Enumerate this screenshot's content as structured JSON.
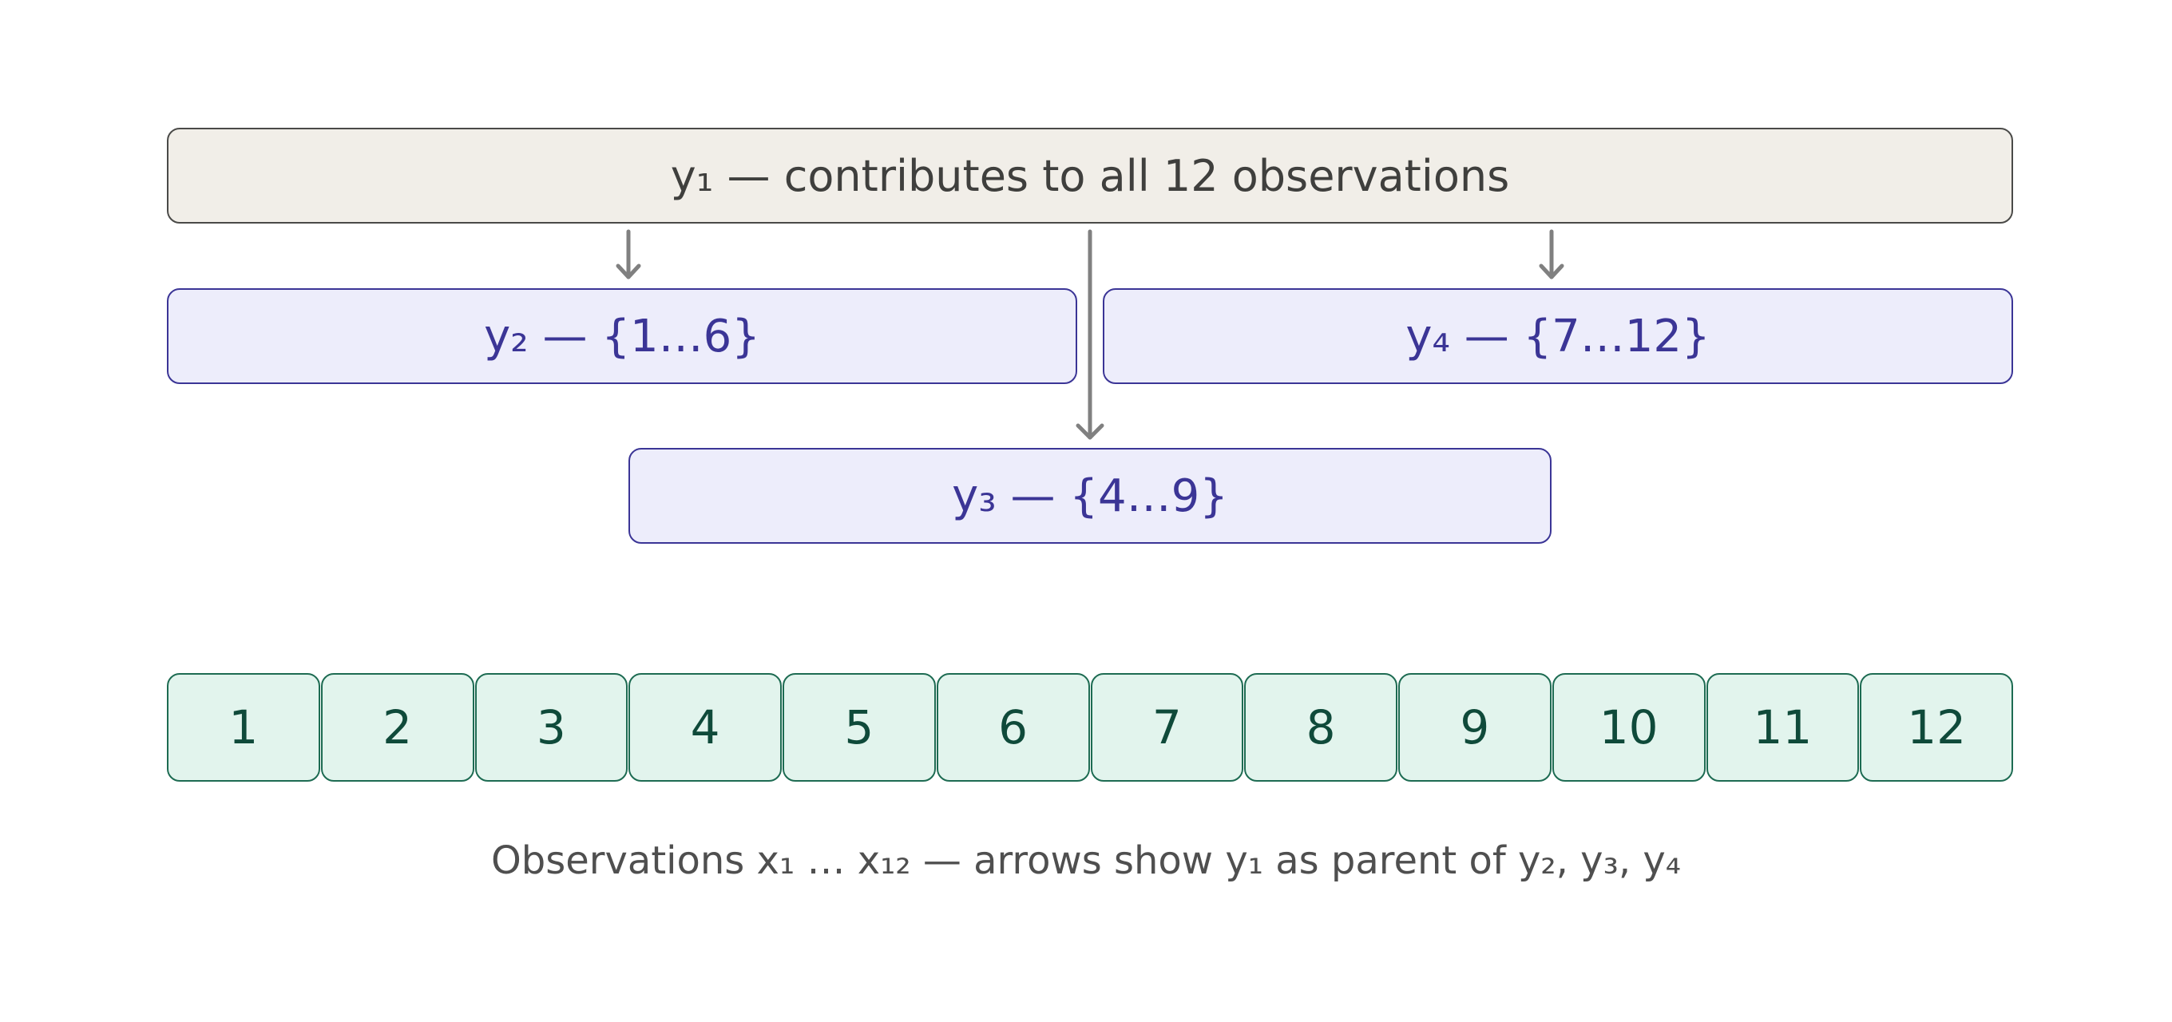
{
  "nodes": {
    "y1": {
      "label": "y₁ — contributes to all 12 observations"
    },
    "y2": {
      "label": "y₂ — {1…6}"
    },
    "y3": {
      "label": "y₃ — {4…9}"
    },
    "y4": {
      "label": "y₄ — {7…12}"
    }
  },
  "observations": [
    "1",
    "2",
    "3",
    "4",
    "5",
    "6",
    "7",
    "8",
    "9",
    "10",
    "11",
    "12"
  ],
  "caption": "Observations x₁ … x₁₂ — arrows show y₁ as parent of y₂, y₃, y₄",
  "edges": [
    {
      "from": "y1",
      "to": "y2"
    },
    {
      "from": "y1",
      "to": "y3"
    },
    {
      "from": "y1",
      "to": "y4"
    }
  ],
  "colors": {
    "top_fill": "#f1eee8",
    "top_border": "#4a4a48",
    "group_fill": "#ededfb",
    "group_border": "#3b3596",
    "obs_fill": "#e2f4ed",
    "obs_border": "#1d6b52",
    "arrow": "#808080"
  }
}
